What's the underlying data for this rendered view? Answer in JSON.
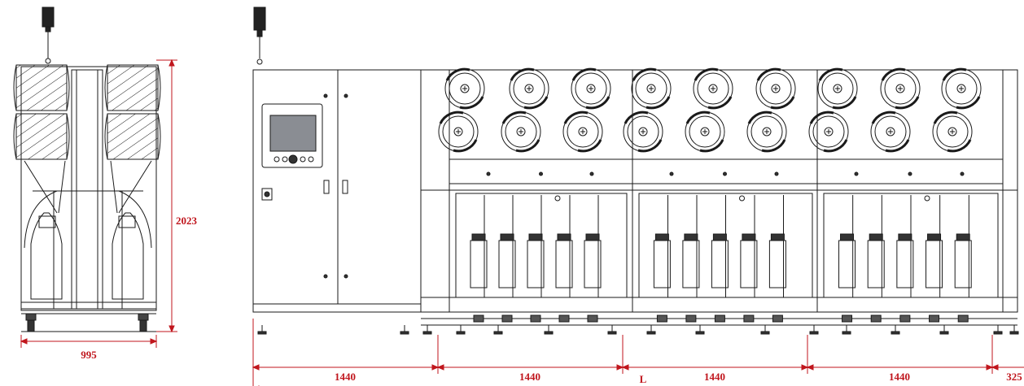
{
  "colors": {
    "line": "#1a1a1a",
    "dimension": "#c0161d",
    "screen": "#8a8d93",
    "background": "#ffffff"
  },
  "dimensions": {
    "side_width": "995",
    "side_height": "2023",
    "segment_1": "1440",
    "segment_2": "1440",
    "segment_3": "1440",
    "segment_4": "1440",
    "end_segment": "325",
    "total_length": "L"
  },
  "icons": {
    "signal_tower": "signal-tower-icon",
    "bobbin": "bobbin-icon",
    "control_panel": "touch-screen-icon",
    "main_switch": "main-switch-icon"
  }
}
